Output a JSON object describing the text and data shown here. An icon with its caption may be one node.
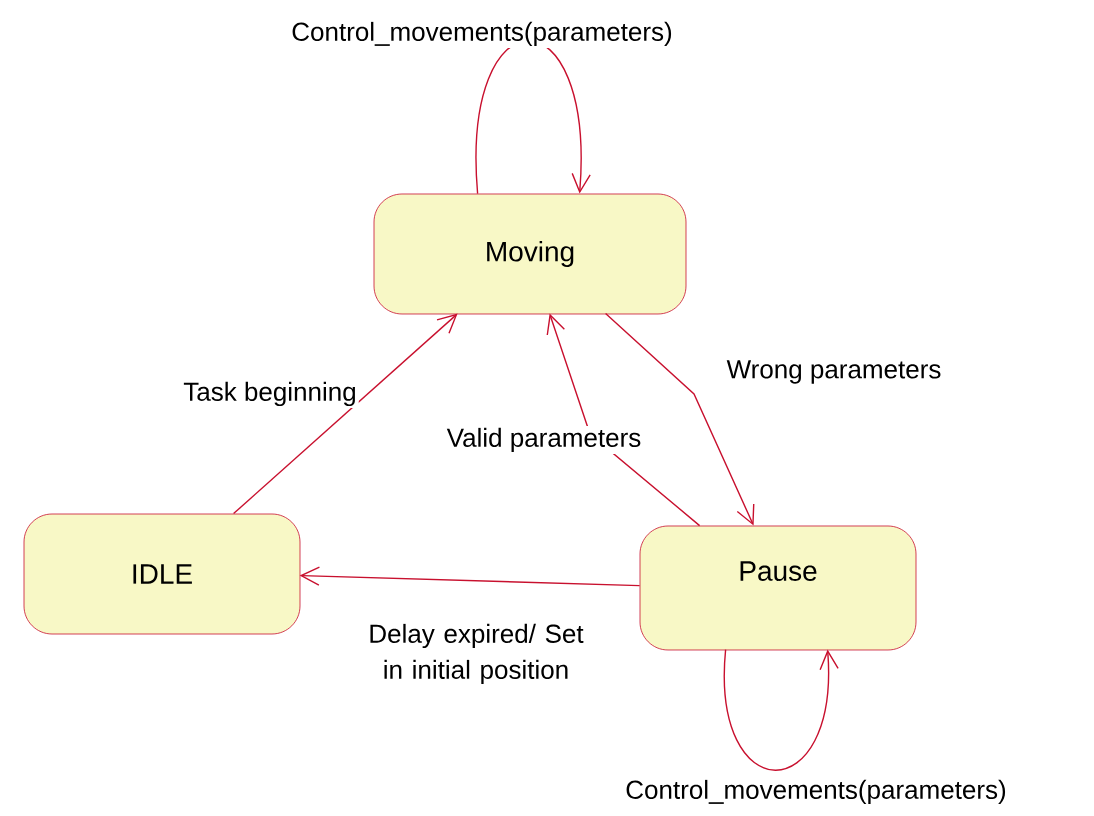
{
  "diagram": {
    "nodes": [
      {
        "text": [
          "Moving"
        ]
      },
      {
        "text": [
          "IDLE"
        ]
      },
      {
        "text": [
          "Pause"
        ]
      }
    ],
    "edges": [
      {
        "from": 0,
        "to": 0,
        "arrow": "to",
        "label": "Control_movements(parameters)"
      },
      {
        "from": 1,
        "to": 0,
        "arrow": "to",
        "label": "Task beginning"
      },
      {
        "from": 0,
        "to": 2,
        "arrow": "to",
        "label": "Wrong parameters"
      },
      {
        "from": 2,
        "to": 0,
        "arrow": "to",
        "label": "Valid parameters"
      },
      {
        "from": 2,
        "to": 1,
        "arrow": "to",
        "label": "Delay expired/ Set in initial position"
      },
      {
        "from": 2,
        "to": 2,
        "arrow": "to",
        "label": "Control_movements(parameters)"
      }
    ]
  }
}
